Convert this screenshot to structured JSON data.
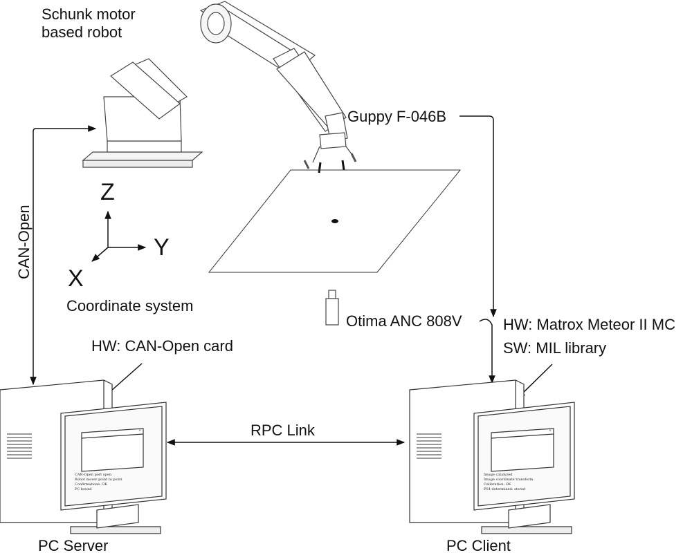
{
  "labels": {
    "robot_line1": "Schunk motor",
    "robot_line2": "based robot",
    "camera": "Guppy F-046B",
    "light": "Otima ANC 808V",
    "can_open": "CAN-Open",
    "axis_z": "Z",
    "axis_y": "Y",
    "axis_x": "X",
    "coord_caption": "Coordinate system",
    "server_hw": "HW: CAN-Open card",
    "client_hw": "HW: Matrox Meteor II MC",
    "client_sw": "SW: MIL library",
    "rpc_link": "RPC Link",
    "pc_server": "PC Server",
    "pc_client": "PC Client"
  },
  "server_screen": {
    "close": "×",
    "lines": [
      "CAN-Open port open",
      "Robot mover point to point",
      "Confirmations: OK",
      "PC bound"
    ]
  },
  "client_screen": {
    "close": "×",
    "lines": [
      "Image catalyzed",
      "Image coordinate transform",
      "Calibration: OK",
      "PS4 determined: stored"
    ]
  }
}
